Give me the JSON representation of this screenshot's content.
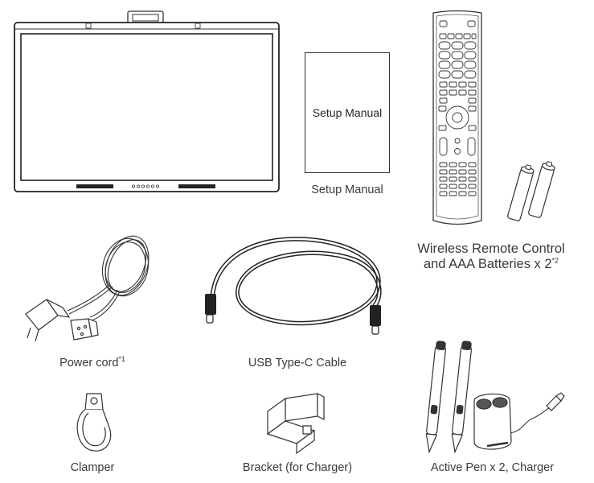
{
  "items": {
    "manual_cover": "Setup Manual",
    "manual": "Setup Manual",
    "remote_line1": "Wireless Remote Control",
    "remote_line2": "and AAA Batteries x 2",
    "remote_note": "*2",
    "power_cord": "Power cord",
    "power_cord_note": "*1",
    "usb_cable": "USB Type-C Cable",
    "clamper": "Clamper",
    "bracket": "Bracket (for Charger)",
    "pen_charger": "Active Pen x 2, Charger"
  },
  "icons": [
    "display-icon",
    "remote-control-icon",
    "aaa-battery-icon",
    "power-cord-icon",
    "usb-c-cable-icon",
    "clamper-icon",
    "bracket-icon",
    "active-pen-icon",
    "pen-charger-icon"
  ]
}
